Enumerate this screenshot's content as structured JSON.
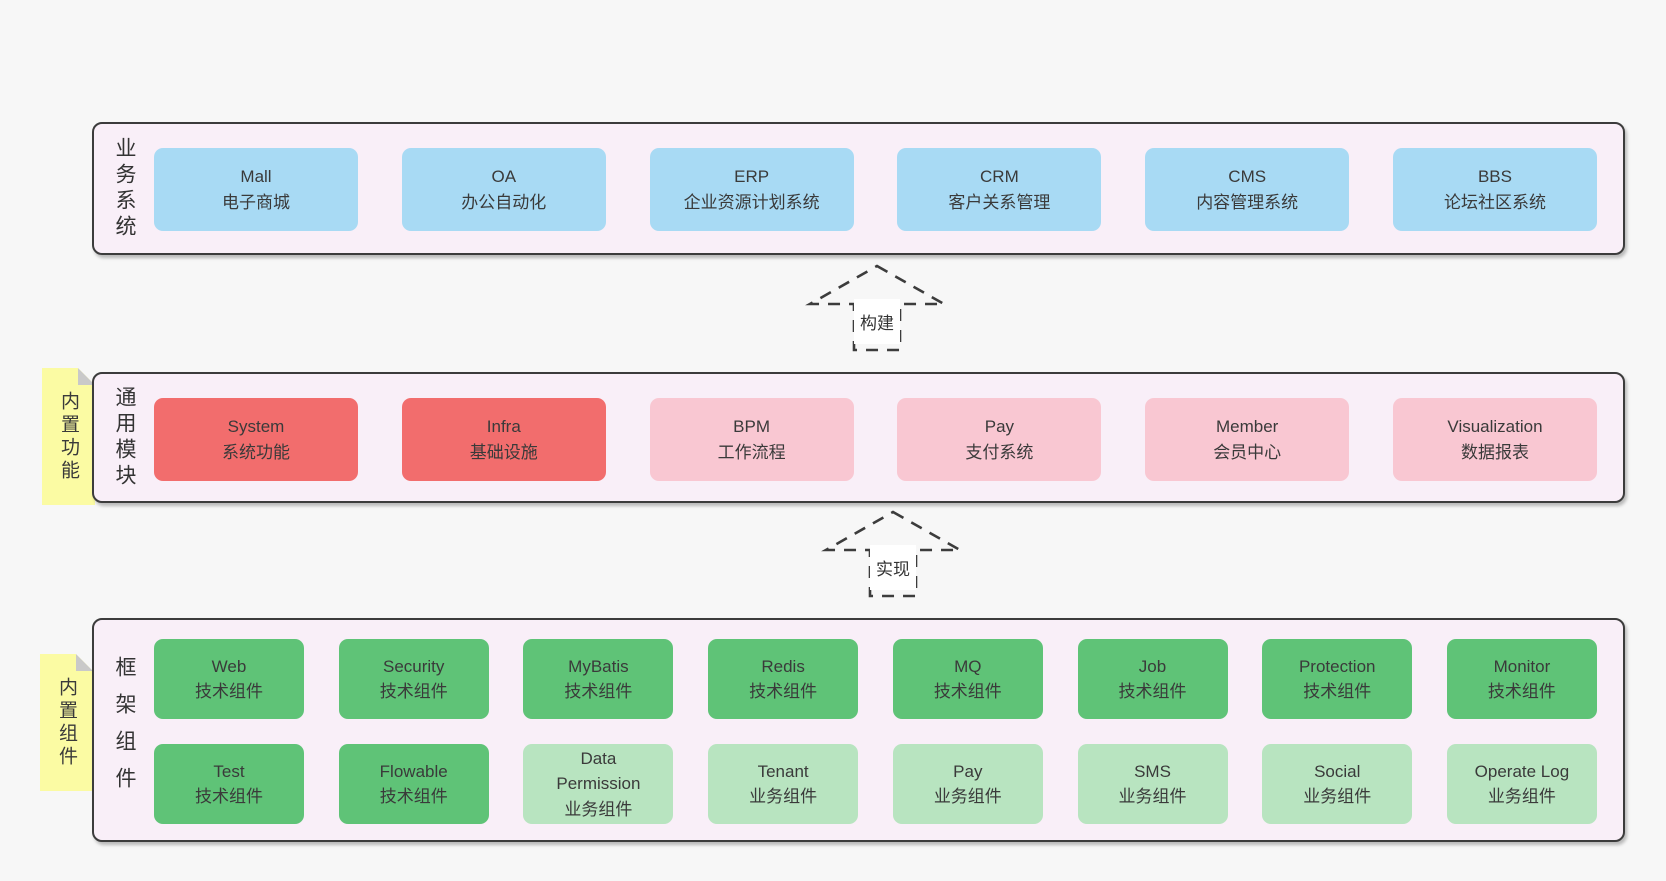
{
  "colors": {
    "page-bg": "#f7f7f7",
    "band-bg": "#f9eff8",
    "band-border": "#3c3c3c",
    "text": "#3a3a3a",
    "blue": "#a8daf4",
    "red": "#f26d6d",
    "pink": "#f9c7d2",
    "green": "#5fc377",
    "light-green": "#b8e4c0",
    "sticky": "#fbfba3",
    "sticky-fold": "#c9c9c9",
    "arrow": "#3c3c3c",
    "arrow-label-bg": "#ffffff"
  },
  "bands": {
    "business": {
      "label": "业务系统",
      "boxes": [
        {
          "name": "Mall",
          "desc": "电子商城"
        },
        {
          "name": "OA",
          "desc": "办公自动化"
        },
        {
          "name": "ERP",
          "desc": "企业资源计划系统"
        },
        {
          "name": "CRM",
          "desc": "客户关系管理"
        },
        {
          "name": "CMS",
          "desc": "内容管理系统"
        },
        {
          "name": "BBS",
          "desc": "论坛社区系统"
        }
      ]
    },
    "modules": {
      "label": "通用模块",
      "sticky": "内置功能",
      "boxes": [
        {
          "name": "System",
          "desc": "系统功能"
        },
        {
          "name": "Infra",
          "desc": "基础设施"
        },
        {
          "name": "BPM",
          "desc": "工作流程"
        },
        {
          "name": "Pay",
          "desc": "支付系统"
        },
        {
          "name": "Member",
          "desc": "会员中心"
        },
        {
          "name": "Visualization",
          "desc": "数据报表"
        }
      ]
    },
    "components": {
      "label": "框架组件",
      "sticky": "内置组件",
      "row1": [
        {
          "name": "Web",
          "desc": "技术组件"
        },
        {
          "name": "Security",
          "desc": "技术组件"
        },
        {
          "name": "MyBatis",
          "desc": "技术组件"
        },
        {
          "name": "Redis",
          "desc": "技术组件"
        },
        {
          "name": "MQ",
          "desc": "技术组件"
        },
        {
          "name": "Job",
          "desc": "技术组件"
        },
        {
          "name": "Protection",
          "desc": "技术组件"
        },
        {
          "name": "Monitor",
          "desc": "技术组件"
        }
      ],
      "row2": [
        {
          "name": "Test",
          "desc": "技术组件"
        },
        {
          "name": "Flowable",
          "desc": "技术组件"
        },
        {
          "name": "Data Permission",
          "desc": "业务组件"
        },
        {
          "name": "Tenant",
          "desc": "业务组件"
        },
        {
          "name": "Pay",
          "desc": "业务组件"
        },
        {
          "name": "SMS",
          "desc": "业务组件"
        },
        {
          "name": "Social",
          "desc": "业务组件"
        },
        {
          "name": "Operate Log",
          "desc": "业务组件"
        }
      ]
    }
  },
  "arrows": {
    "build": "构建",
    "implement": "实现"
  }
}
